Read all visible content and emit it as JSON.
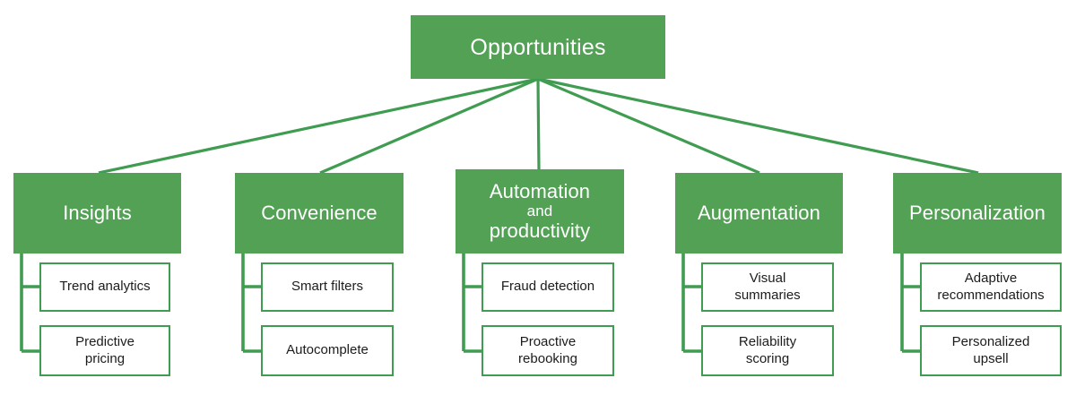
{
  "diagram": {
    "title": "Opportunities",
    "type": "tree-diagram",
    "colors": {
      "node_fill": "#53a155",
      "node_text": "#ffffff",
      "leaf_border": "#3f9c50",
      "leaf_fill": "#ffffff",
      "leaf_text": "#1c1c1c",
      "connector": "#3f9c50",
      "background": "#ffffff"
    },
    "root": {
      "label": "Opportunities"
    },
    "categories": [
      {
        "label": "Insights",
        "label_lines": [
          "Insights"
        ],
        "children": [
          {
            "label": "Trend analytics"
          },
          {
            "label": "Predictive\npricing"
          }
        ]
      },
      {
        "label": "Convenience",
        "label_lines": [
          "Convenience"
        ],
        "children": [
          {
            "label": "Smart filters"
          },
          {
            "label": "Autocomplete"
          }
        ]
      },
      {
        "label": "Automation and productivity",
        "label_lines": [
          "Automation",
          "and",
          "productivity"
        ],
        "children": [
          {
            "label": "Fraud detection"
          },
          {
            "label": "Proactive\nrebooking"
          }
        ]
      },
      {
        "label": "Augmentation",
        "label_lines": [
          "Augmentation"
        ],
        "children": [
          {
            "label": "Visual\nsummaries"
          },
          {
            "label": "Reliability\nscoring"
          }
        ]
      },
      {
        "label": "Personalization",
        "label_lines": [
          "Personalization"
        ],
        "children": [
          {
            "label": "Adaptive\nrecommendations"
          },
          {
            "label": "Personalized\nupsell"
          }
        ]
      }
    ]
  }
}
